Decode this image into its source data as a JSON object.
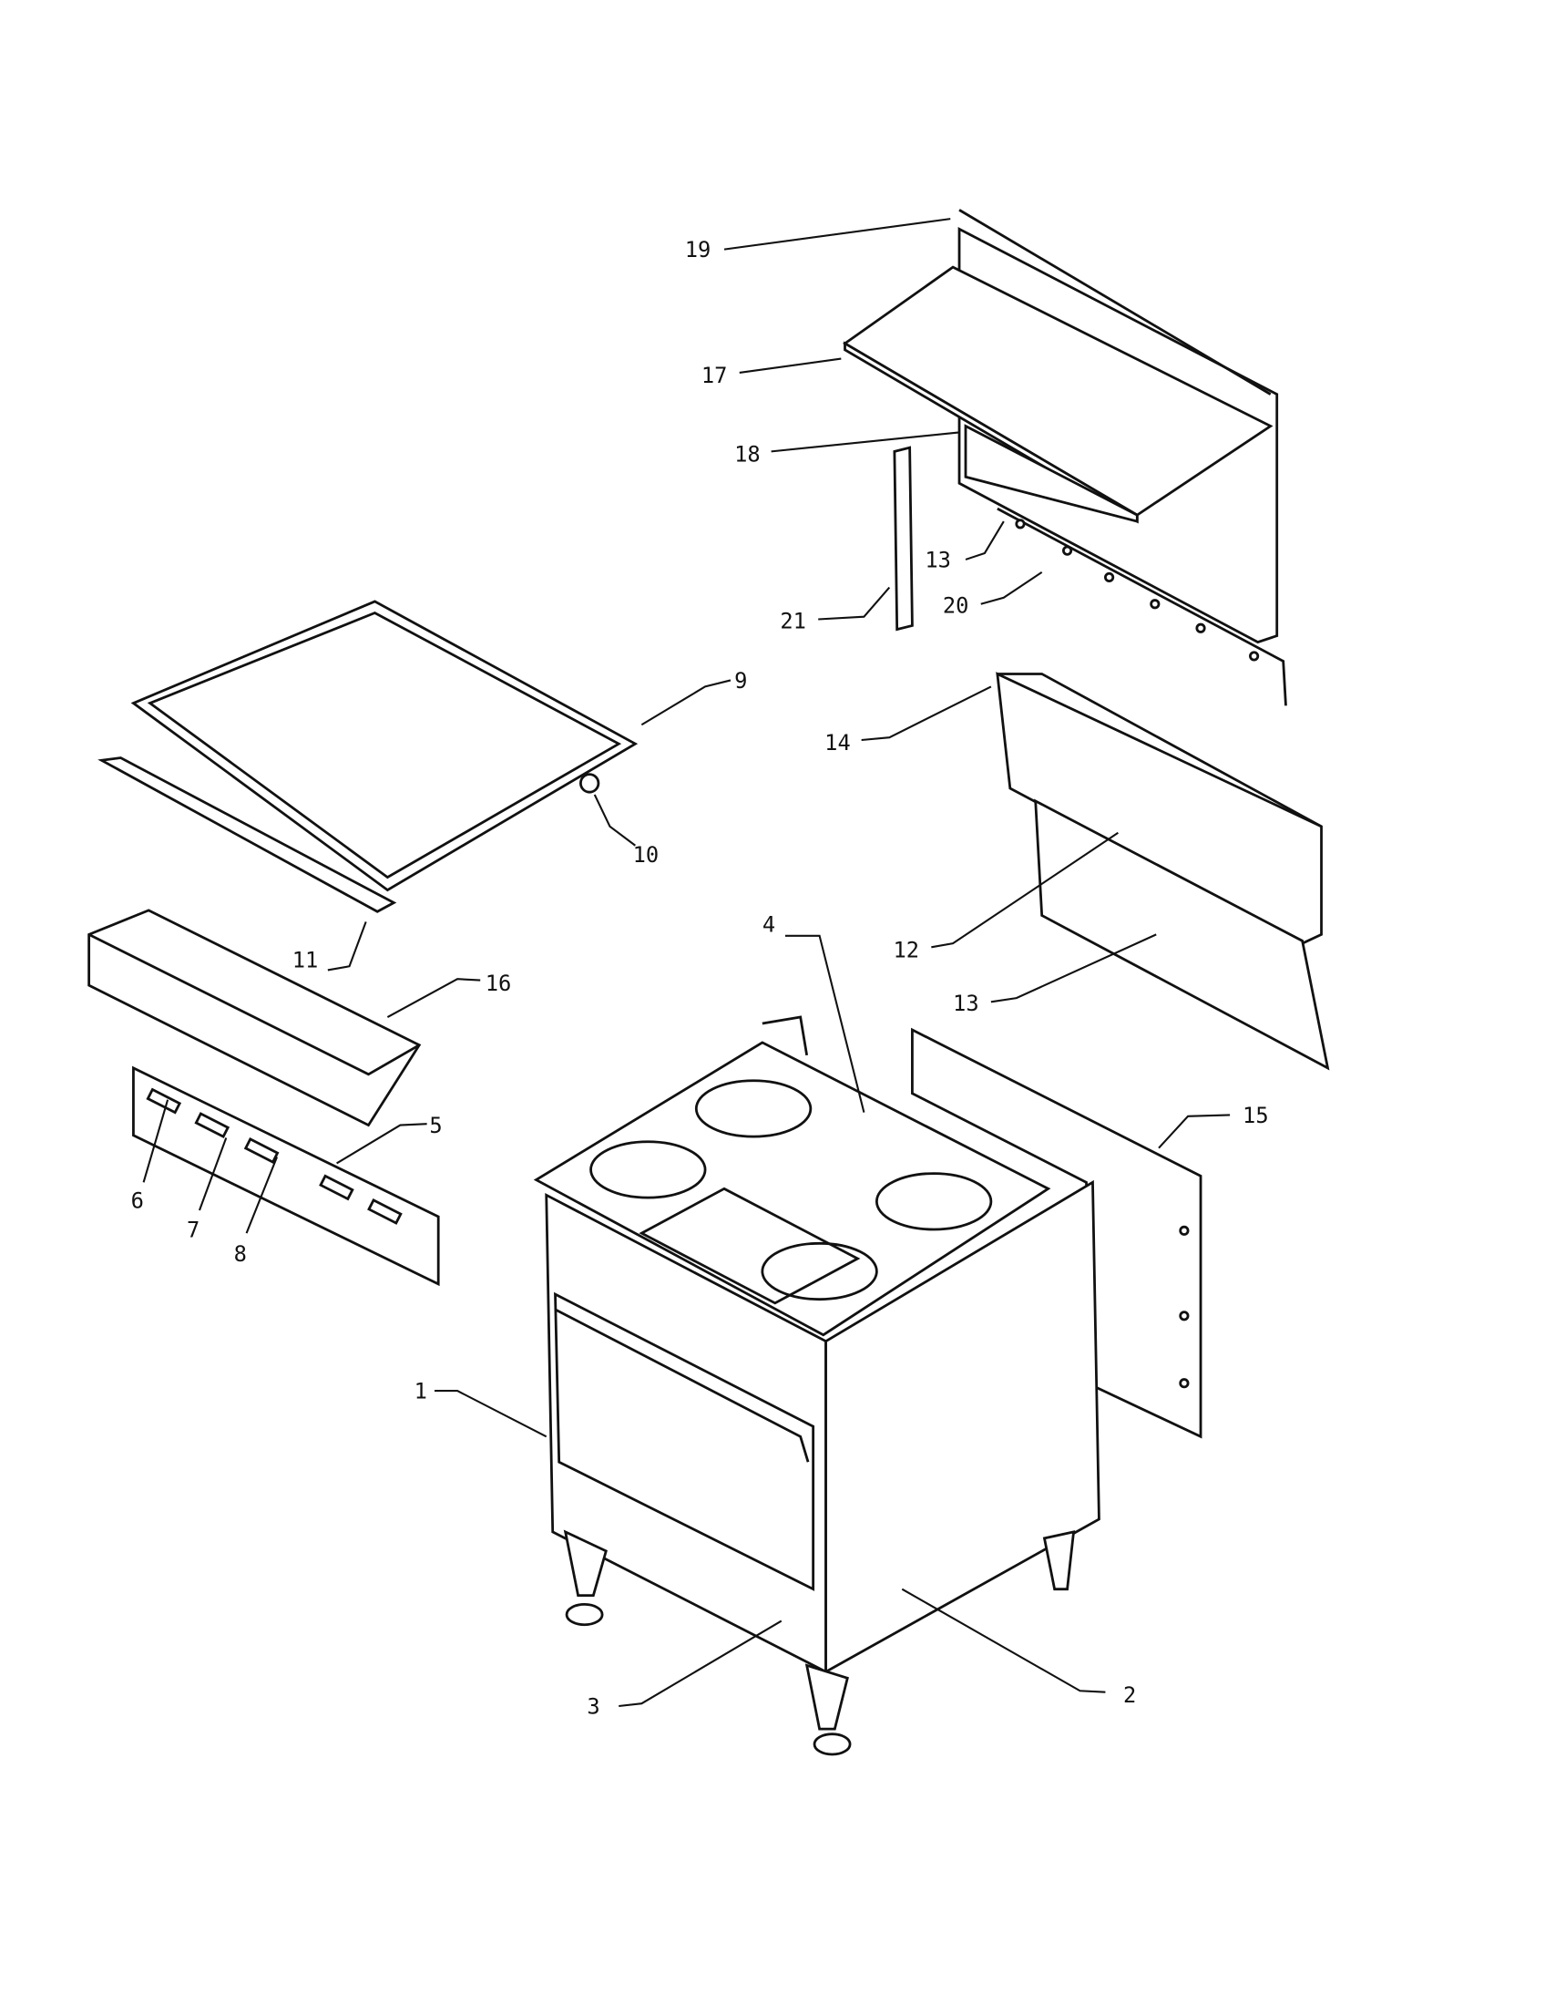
{
  "diagram": {
    "type": "exploded parts diagram",
    "callouts": [
      {
        "number": "1"
      },
      {
        "number": "2"
      },
      {
        "number": "3"
      },
      {
        "number": "4"
      },
      {
        "number": "5"
      },
      {
        "number": "6"
      },
      {
        "number": "7"
      },
      {
        "number": "8"
      },
      {
        "number": "9"
      },
      {
        "number": "10"
      },
      {
        "number": "11"
      },
      {
        "number": "12"
      },
      {
        "number": "13"
      },
      {
        "number": "13"
      },
      {
        "number": "14"
      },
      {
        "number": "15"
      },
      {
        "number": "16"
      },
      {
        "number": "17"
      },
      {
        "number": "18"
      },
      {
        "number": "19"
      },
      {
        "number": "20"
      },
      {
        "number": "21"
      }
    ]
  }
}
